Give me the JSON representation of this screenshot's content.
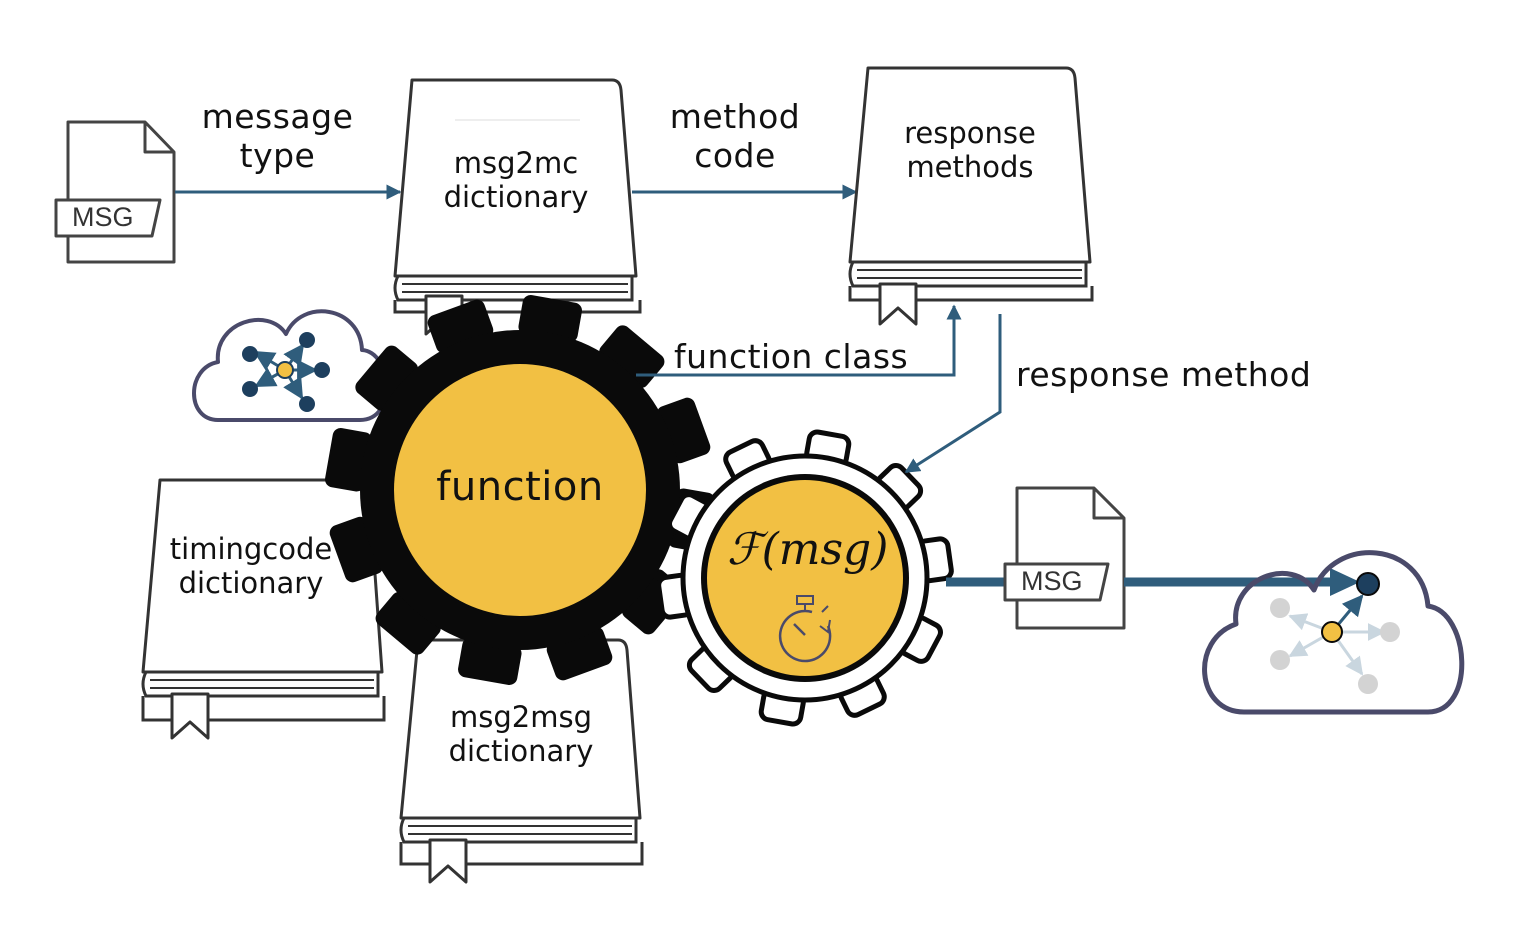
{
  "labels": {
    "message_type_1": "message",
    "message_type_2": "type",
    "method_code_1": "method",
    "method_code_2": "code",
    "function_class": "function class",
    "response_method": "response method"
  },
  "books": {
    "msg2mc_1": "msg2mc",
    "msg2mc_2": "dictionary",
    "response_1": "response",
    "response_2": "methods",
    "timing_1": "timingcode",
    "timing_2": "dictionary",
    "msg2msg_1": "msg2msg",
    "msg2msg_2": "dictionary"
  },
  "gears": {
    "main_label": "function",
    "formula": "ℱ(msg)"
  },
  "files": {
    "input_tag": "MSG",
    "output_tag": "MSG"
  },
  "icons": {
    "file": "document-icon",
    "book": "book-icon",
    "gear": "gear-icon",
    "cloud": "cloud-network-icon",
    "timer": "stopwatch-icon"
  },
  "colors": {
    "arrow": "#2f5d7c",
    "gear_black": "#0a0a0a",
    "gold": "#f2c043",
    "cloud_outline": "#4a4a6a",
    "node_dark": "#1d3f5e",
    "node_grey": "#d3d3d3"
  }
}
